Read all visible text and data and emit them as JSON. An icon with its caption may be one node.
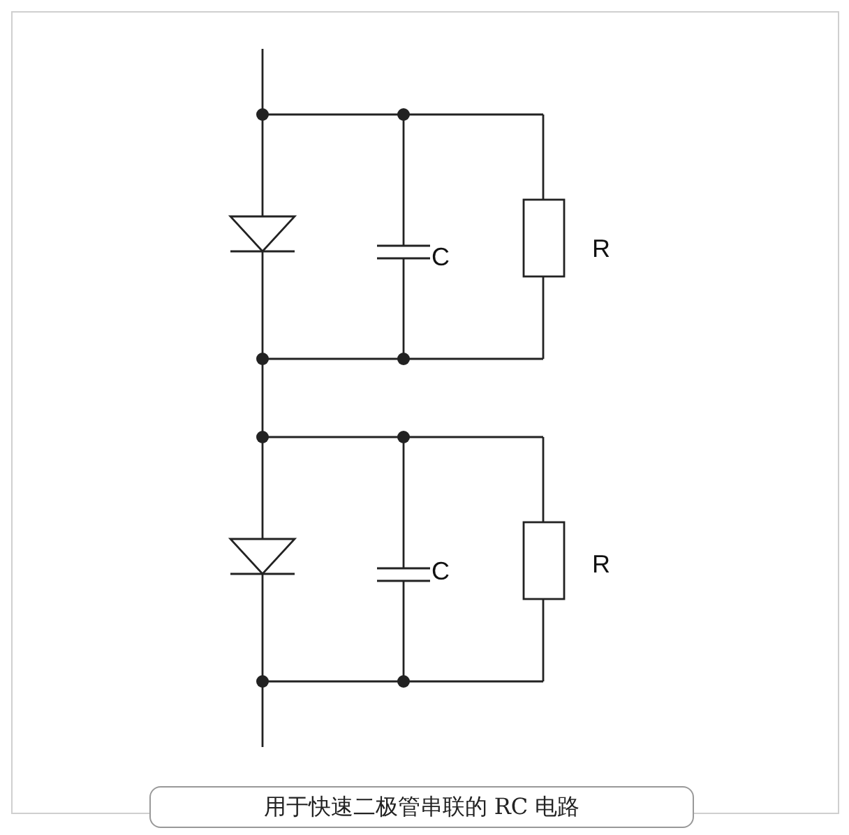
{
  "diagram": {
    "caption": "用于快速二极管串联的 RC 电路",
    "labels": [
      "C",
      "R",
      "C",
      "R"
    ]
  }
}
